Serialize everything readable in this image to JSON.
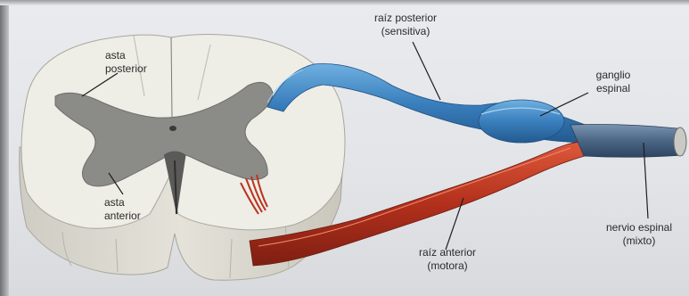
{
  "diagram": {
    "labels": {
      "asta_posterior": [
        "asta",
        "posterior"
      ],
      "asta_anterior": [
        "asta",
        "anterior"
      ],
      "raiz_posterior": [
        "raíz posterior",
        "(sensitiva)"
      ],
      "ganglio_espinal": [
        "ganglio",
        "espinal"
      ],
      "raiz_anterior": [
        "raíz anterior",
        "(motora)"
      ],
      "nervio_espinal": [
        "nervio espinal",
        "(mixto)"
      ]
    },
    "colors": {
      "white_matter": "#ecebe4",
      "grey_matter": "#8a8a88",
      "sensory_root": "#3f86c0",
      "motor_root": "#b8341f",
      "spinal_nerve": "#4a6685",
      "leader_line": "#1e1e1e"
    }
  }
}
